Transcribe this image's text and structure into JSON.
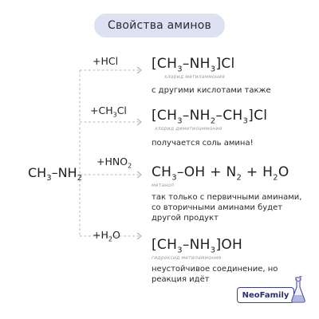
{
  "title": "Свойства аминов",
  "reactant": {
    "main": "CH",
    "sub1": "3",
    "mid": "–NH",
    "sub2": "2"
  },
  "reactions": [
    {
      "reagent_html_parts": [
        "+HCl"
      ],
      "product_parts": [
        "[CH",
        "3",
        "–NH",
        "3",
        "]Cl"
      ],
      "caption": "хлорид метиламмония",
      "note": "с другими кислотами также"
    },
    {
      "reagent_parts": [
        "+CH",
        "3",
        "Cl"
      ],
      "product_parts": [
        "[CH",
        "3",
        "–NH",
        "2",
        "–CH",
        "3",
        "]Cl"
      ],
      "caption": "хлорид диметиламмония",
      "note": "получается соль амина!"
    },
    {
      "reagent_parts": [
        "+HNO",
        "2"
      ],
      "product_parts": [
        "CH",
        "3",
        "–OH + N",
        "2",
        " + H",
        "2",
        "O"
      ],
      "caption": "метанол",
      "note": "так только с первичными аминами, со вторичными аминами будет другой продукт"
    },
    {
      "reagent_parts": [
        "+H",
        "2",
        "O"
      ],
      "product_parts": [
        "[CH",
        "3",
        "–NH",
        "3",
        "]OH"
      ],
      "caption": "гидроксид метиламмония",
      "note": "неустойчивое соединение, но реакция идёт"
    }
  ],
  "brand": "NeoFamily",
  "colors": {
    "pill": "#dde1f1",
    "arrow": "#b9b9b9",
    "brand": "#2b2f6e"
  }
}
